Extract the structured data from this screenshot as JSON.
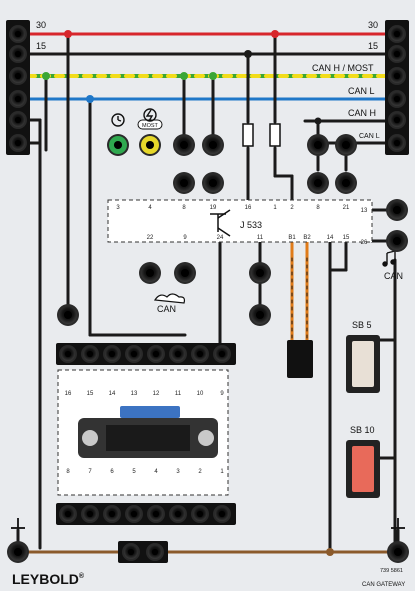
{
  "rails": {
    "r30_left": "30",
    "r15_left": "15",
    "r30_right": "30",
    "r15_right": "15",
    "can_h_most": "CAN H / MOST",
    "can_l": "CAN L",
    "can_h": "CAN H",
    "can_l_small": "CAN L"
  },
  "module": {
    "name": "J 533",
    "pins_top": [
      "3",
      "4",
      "8",
      "19",
      "16",
      "1",
      "2",
      "8",
      "21"
    ],
    "pins_right": [
      "13",
      "26"
    ],
    "pins_bottom": [
      "22",
      "9",
      "24",
      "11",
      "B1",
      "B2",
      "14",
      "15"
    ]
  },
  "labels": {
    "can_under_jacks": "CAN",
    "can_right": "CAN",
    "most_badge": "MOST",
    "fuse_sb5": "SB 5",
    "fuse_sb10": "SB 10",
    "brand": "LEYBOLD",
    "brand_mark": "®",
    "part_number": "739 5861",
    "panel_name": "CAN GATEWAY"
  },
  "obd": {
    "top_pins": [
      "16",
      "15",
      "14",
      "13",
      "12",
      "11",
      "10",
      "9"
    ],
    "bottom_pins": [
      "8",
      "7",
      "6",
      "5",
      "4",
      "3",
      "2",
      "1"
    ]
  },
  "colors": {
    "panel": "#e9ebee",
    "rail_30": "#d7262c",
    "wire": "#1a1a1a",
    "can_h_yellow": "#f2dc1a",
    "can_h_green": "#3aa635",
    "can_l_blue": "#1f77c8",
    "ground_brown": "#8b5a2b",
    "can_orange": "#e07b1a",
    "jack_green": "#2fa84f",
    "jack_yellow": "#e6d72a"
  },
  "icons": [
    "clock-icon",
    "lightning-icon",
    "transistor-icon",
    "can-cloud-icon",
    "music-note-icon",
    "ground-icon",
    "obd-connector-icon",
    "fuse-icon"
  ]
}
